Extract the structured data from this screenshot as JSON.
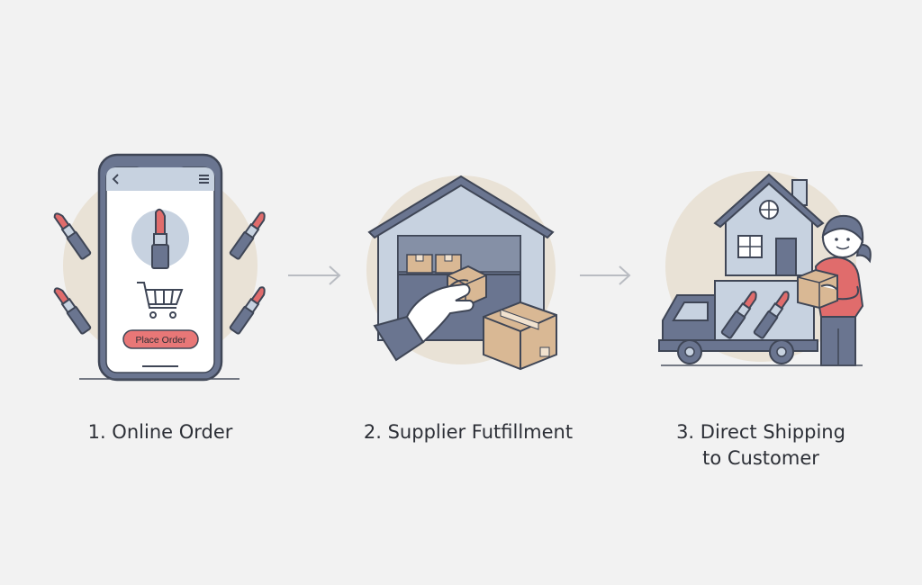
{
  "steps": [
    {
      "number": "1.",
      "title_lines": [
        "1. Online Order"
      ],
      "phone": {
        "button_label": "Place Order"
      }
    },
    {
      "number": "2.",
      "title_lines": [
        "2. Supplier Futfillment"
      ]
    },
    {
      "number": "3.",
      "title_lines": [
        "3. Direct Shipping",
        "to Customer"
      ]
    }
  ],
  "colors": {
    "background": "#f2f2f2",
    "outline": "#4a5160",
    "slate": "#6a7590",
    "light_blue": "#c7d2e0",
    "coral": "#e06c6c",
    "box_tan": "#d9b894",
    "halo": "#e9e2d6",
    "arrow": "#b9bcc2"
  },
  "icons": [
    "phone-icon",
    "lipstick-icon",
    "shopping-cart-icon",
    "warehouse-icon",
    "hand-icon",
    "cardboard-box-icon",
    "house-icon",
    "delivery-truck-icon",
    "customer-person-icon",
    "arrow-right-icon"
  ]
}
